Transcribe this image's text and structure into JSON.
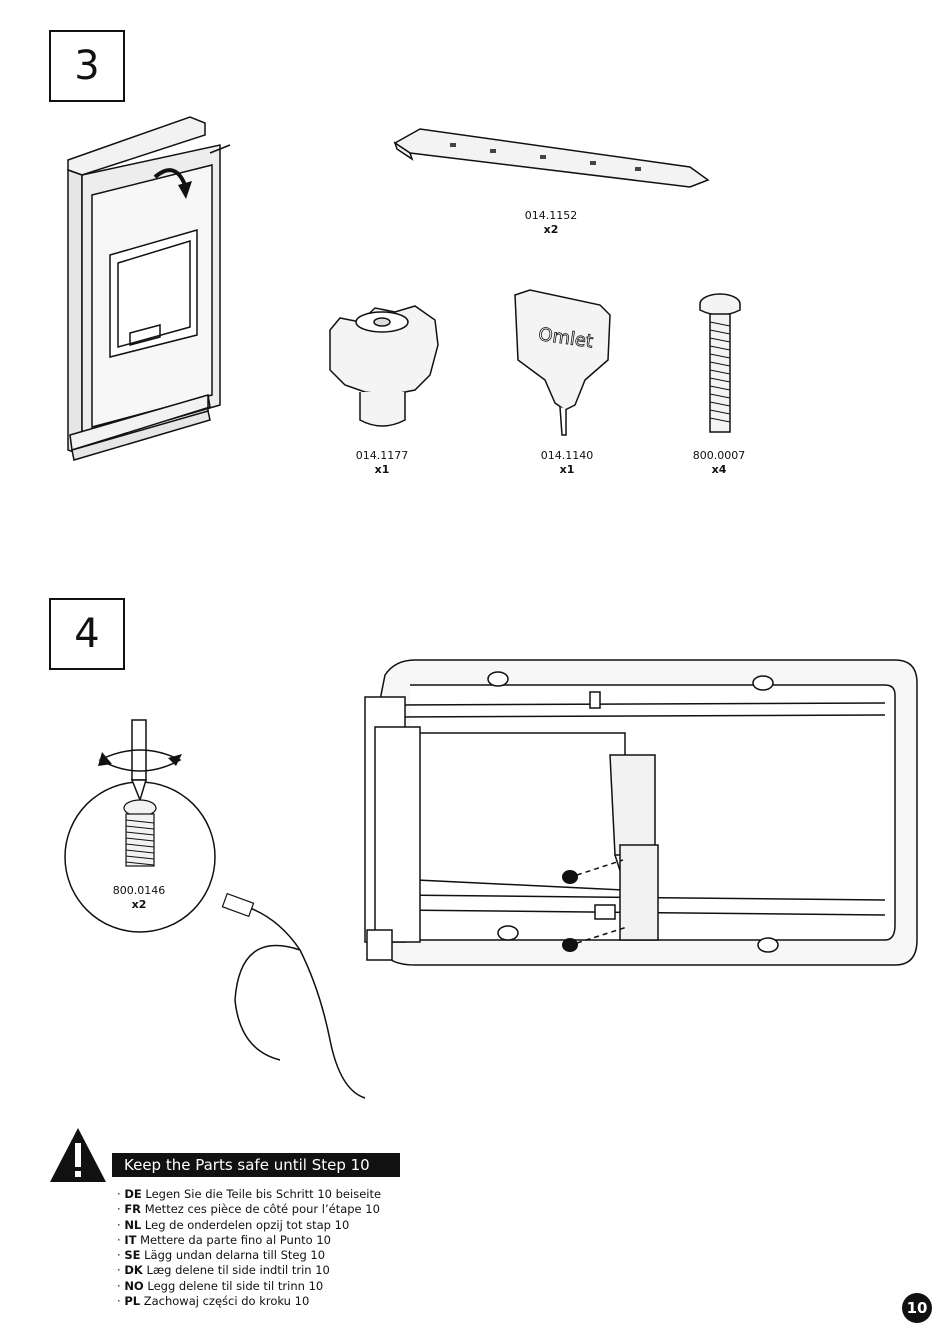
{
  "step3": {
    "number": "3",
    "parts": [
      {
        "code": "014.1152",
        "qty": "x2"
      },
      {
        "code": "014.1177",
        "qty": "x1"
      },
      {
        "code": "014.1140",
        "qty": "x1"
      },
      {
        "code": "800.0007",
        "qty": "x4"
      }
    ],
    "tool_logo": "Omlet"
  },
  "step4": {
    "number": "4",
    "screw": {
      "code": "800.0146",
      "qty": "x2"
    }
  },
  "warning": {
    "title": "Keep the Parts safe until Step 10",
    "translations": [
      {
        "code": "DE",
        "text": "Legen Sie die Teile bis Schritt 10 beiseite"
      },
      {
        "code": "FR",
        "text": "Mettez ces pièce de côté pour l’étape 10"
      },
      {
        "code": "NL",
        "text": "Leg de onderdelen opzij tot stap 10"
      },
      {
        "code": "IT",
        "text": "Mettere da parte fino al Punto 10"
      },
      {
        "code": "SE",
        "text": "Lägg undan delarna till Steg 10"
      },
      {
        "code": "DK",
        "text": "Læg delene til side indtil trin 10"
      },
      {
        "code": "NO",
        "text": "Legg delene til side til trinn 10"
      },
      {
        "code": "PL",
        "text": "Zachowaj części do kroku 10"
      }
    ]
  },
  "page_number": "10"
}
